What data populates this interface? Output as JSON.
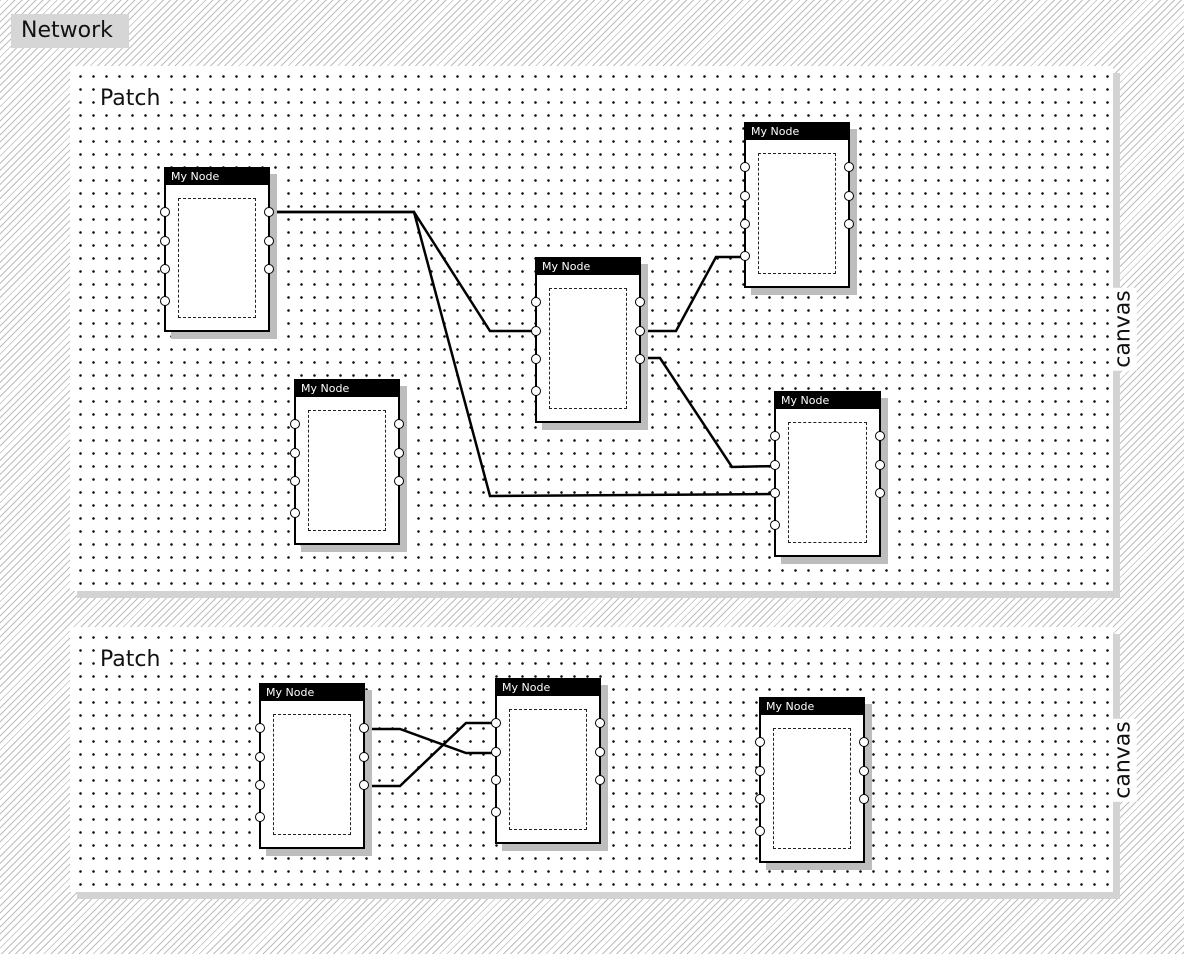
{
  "network": {
    "label": "Network"
  },
  "patches": [
    {
      "title": "Patch",
      "canvas_label": "canvas",
      "nodes": [
        {
          "title": "My Node"
        },
        {
          "title": "My Node"
        },
        {
          "title": "My Node"
        },
        {
          "title": "My Node"
        },
        {
          "title": "My Node"
        }
      ]
    },
    {
      "title": "Patch",
      "canvas_label": "canvas",
      "nodes": [
        {
          "title": "My Node"
        },
        {
          "title": "My Node"
        },
        {
          "title": "My Node"
        }
      ]
    }
  ],
  "colors": {
    "wire": "#000000",
    "node_title_bg": "#000000",
    "node_title_text": "#ffffff",
    "label_bg": "#d6d6d6"
  }
}
